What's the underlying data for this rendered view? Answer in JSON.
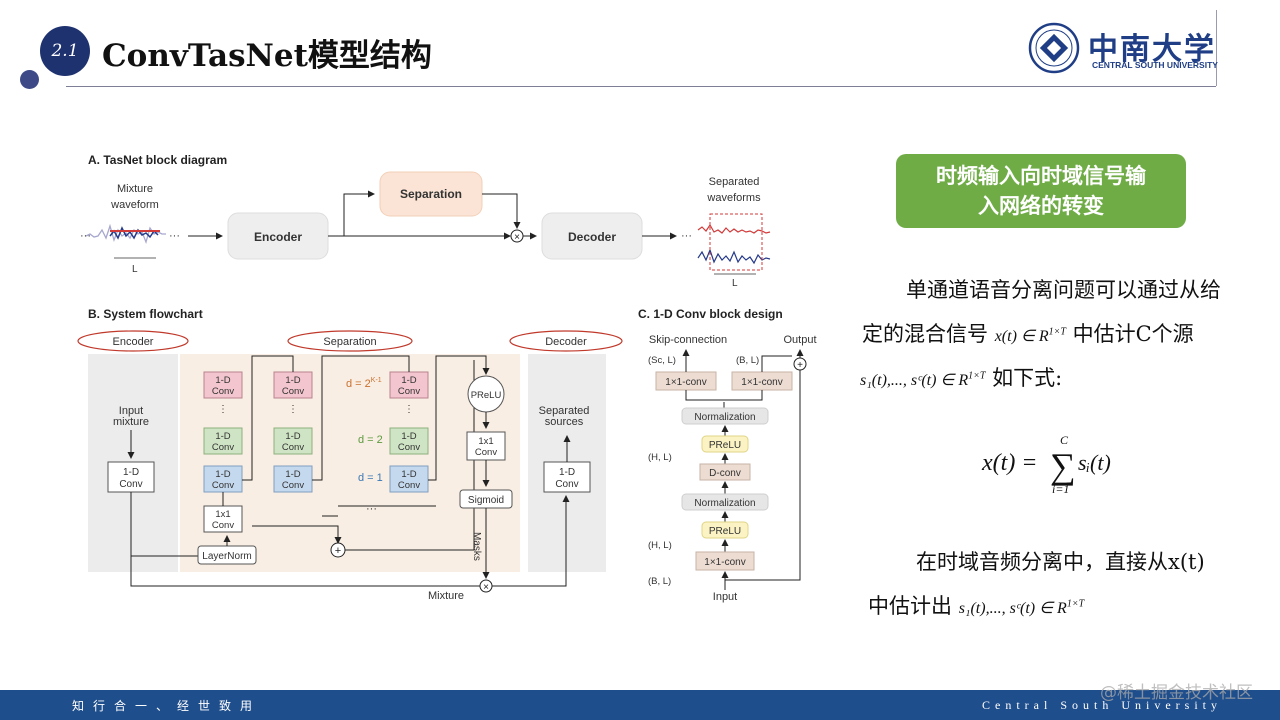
{
  "header": {
    "section_number": "2.1",
    "title": "ConvTasNet模型结构",
    "university_cn": "中南大学",
    "university_en": "CENTRAL SOUTH UNIVERSITY"
  },
  "diagram": {
    "a_title": "A. TasNet block diagram",
    "a_mixture_line1": "Mixture",
    "a_mixture_line2": "waveform",
    "a_L1": "L",
    "a_encoder": "Encoder",
    "a_separation": "Separation",
    "a_decoder": "Decoder",
    "a_separated_line1": "Separated",
    "a_separated_line2": "waveforms",
    "a_L2": "L",
    "b_title": "B. System flowchart",
    "b_encoder": "Encoder",
    "b_separation": "Separation",
    "b_decoder": "Decoder",
    "b_input_line1": "Input",
    "b_input_line2": "mixture",
    "b_conv_line1": "1-D",
    "b_conv_line2": "Conv",
    "b_1x1_line1": "1x1",
    "b_1x1_line2": "Conv",
    "b_layernorm": "LayerNorm",
    "b_d_top": "d = 2",
    "b_d_top_exp": "K-1",
    "b_d2": "d = 2",
    "b_d1": "d = 1",
    "b_prelu": "PReLU",
    "b_sigmoid": "Sigmoid",
    "b_masks": "Masks",
    "b_mixture": "Mixture",
    "b_separated_line1": "Separated",
    "b_separated_line2": "sources",
    "c_title": "C. 1-D Conv block design",
    "c_skip": "Skip-connection",
    "c_output": "Output",
    "c_sc_l": "(Sc, L)",
    "c_b_l": "(B, L)",
    "c_h_l": "(H, L)",
    "c_1x1conv": "1×1-conv",
    "c_normalization": "Normalization",
    "c_prelu": "PReLU",
    "c_dconv": "D-conv",
    "c_input": "Input"
  },
  "right": {
    "green_box_line1": "时频输入向时域信号输",
    "green_box_line2": "入网络的转变",
    "p1_line1": "单通道语音分离问题可以通过从给",
    "p1_line2_a": "定的混合信号",
    "p1_line2_math": "x(t) ∈ R",
    "p1_line2_sup": "1×T",
    "p1_line2_b": "中估计C个源",
    "p1_line3_math": "s₁(t),..., sᶜ(t) ∈ R",
    "p1_line3_sup": "1×T",
    "p1_line3_b": "如下式:",
    "formula_lhs": "x(t) =",
    "formula_upper": "C",
    "formula_lower": "i=1",
    "formula_term": "sᵢ(t)",
    "p2_line1": "在时域音频分离中，直接从x(t)",
    "p2_line2_a": "中估计出",
    "p2_line2_math": "s₁(t),..., sᶜ(t) ∈ R",
    "p2_line2_sup": "1×T"
  },
  "footer": {
    "left_motto": "知行合一、经世致用",
    "right_text": "Central South University",
    "watermark": "@稀土掘金技术社区"
  },
  "colors": {
    "brand_navy": "#1f3270",
    "footer_blue": "#1f4e8c",
    "green": "#6fac46",
    "conv_red": "#f3c6cf",
    "conv_green": "#cfe4c4",
    "conv_blue": "#c5d9ee",
    "separation_bg": "#f9eee4"
  }
}
